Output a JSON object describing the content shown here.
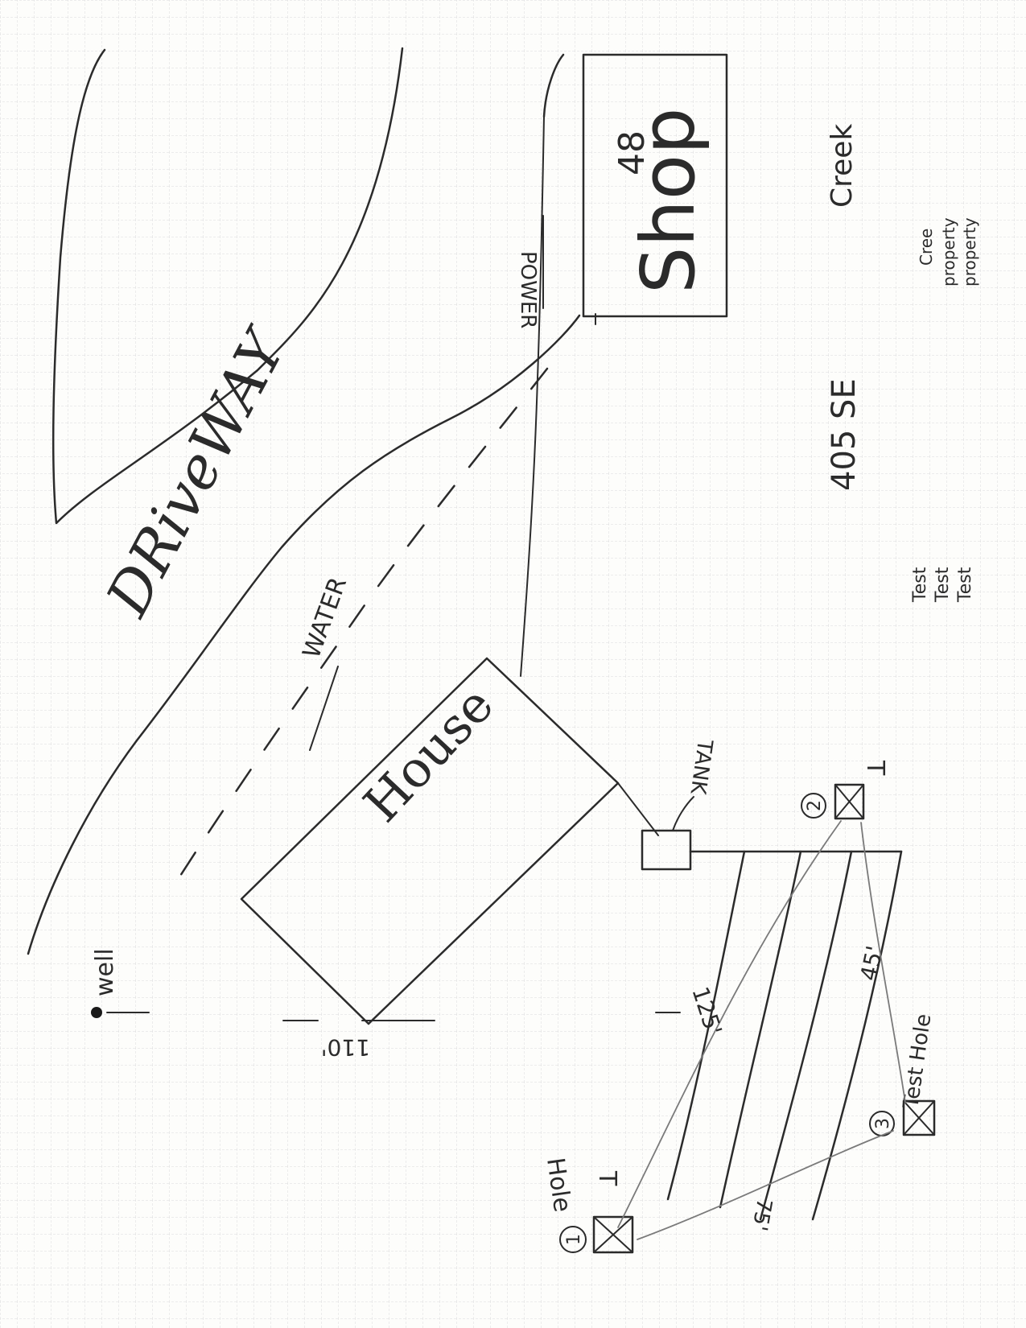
{
  "labels": {
    "driveway": "DRiveWAY",
    "water": "WATER",
    "power": "POWER",
    "shop_number": "48",
    "shop": "Shop",
    "house": "House",
    "tank": "TANK",
    "well": "well",
    "dist_110": "110'",
    "dist_125": "125'",
    "dist_45": "45'",
    "dist_75": "75'",
    "test_hole_1_num": "1",
    "test_hole_1_tag": "T",
    "test_hole_2_num": "2",
    "test_hole_2_tag": "T",
    "test_hole_3_num": "3",
    "test_hole_3_label": "Test Hole",
    "hole": "Hole",
    "creek": "Creek",
    "road": "405 SE",
    "test_lines": [
      "Test",
      "Test",
      "Test"
    ],
    "property_lines": [
      "Cree",
      "property",
      "property"
    ]
  },
  "colors": {
    "paper": "#fdfdfb",
    "grid": "#d9d9d9",
    "ink": "#2b2b2b"
  }
}
